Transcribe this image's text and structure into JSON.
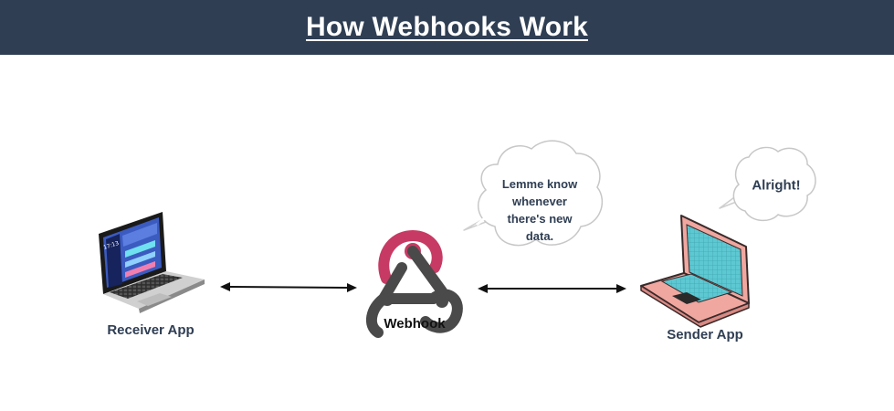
{
  "title": "How Webhooks Work",
  "nodes": {
    "receiver": {
      "label": "Receiver App",
      "screen_time": "17:13"
    },
    "webhook": {
      "label": "Webhook"
    },
    "sender": {
      "label": "Sender App"
    }
  },
  "bubbles": {
    "receiver_request": {
      "lines": [
        "Lemme know",
        "whenever",
        "there's new",
        "data."
      ]
    },
    "sender_reply": {
      "text": "Alright!"
    }
  },
  "colors": {
    "header": "#2f3e53",
    "label_text": "#2f3e53",
    "webhook_red": "#c73a63",
    "webhook_dark": "#4a4a4a",
    "sender_laptop": "#f0a7a0",
    "sender_screen": "#5ec8d2",
    "receiver_screen": "#3b5bc0"
  },
  "icons": [
    "receiver-laptop-icon",
    "webhook-logo-icon",
    "sender-laptop-icon",
    "double-arrow-icon",
    "speech-bubble-icon"
  ]
}
